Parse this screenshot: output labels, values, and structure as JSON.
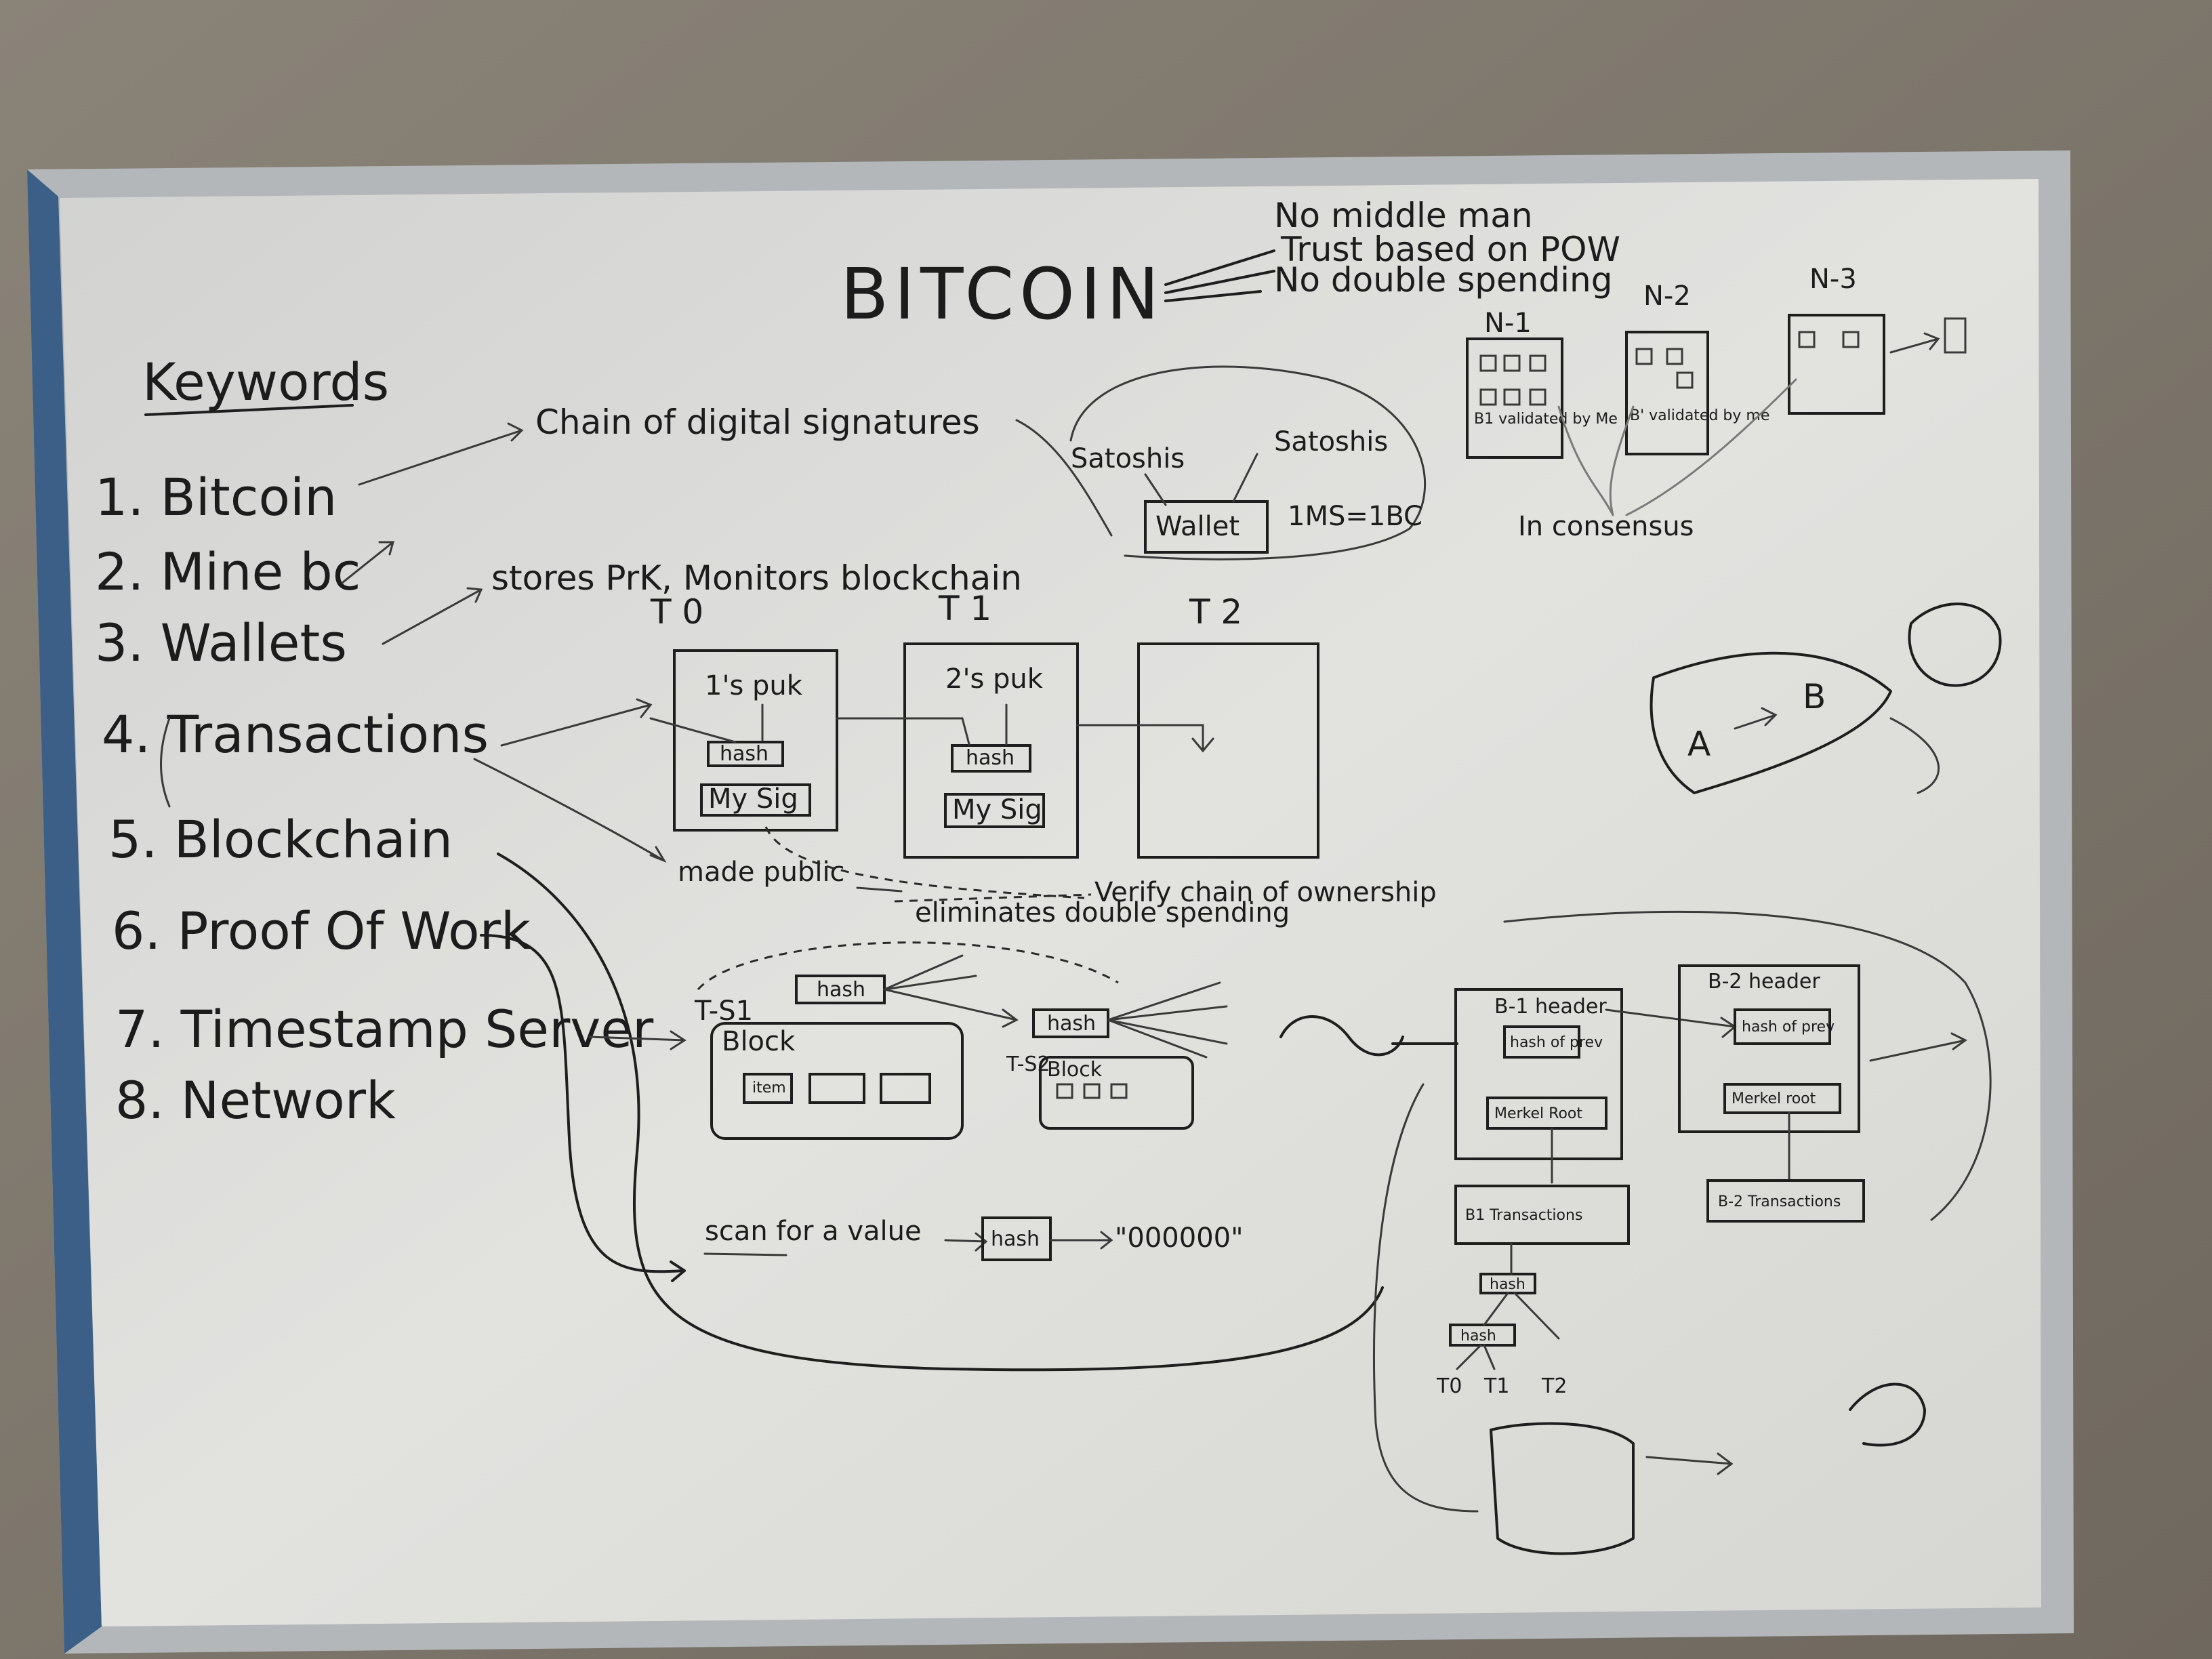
{
  "title": "BITCOIN",
  "principles": [
    "No middle man",
    "Trust based on POW",
    "No double spending"
  ],
  "keywords_heading": "Keywords",
  "keywords": [
    "1. Bitcoin",
    "2. Mine bc",
    "3. Wallets",
    "4. Transactions",
    "5. Blockchain",
    "6. Proof Of Work",
    "7. Timestamp Server",
    "8. Network"
  ],
  "notes": {
    "chain": "Chain of digital signatures",
    "stores": "stores PrK, Monitors blockchain",
    "made_public": "made public",
    "verify": "Verify chain of ownership",
    "eliminates": "eliminates double spending",
    "scan": "scan for a value",
    "zeros": "\"000000\"",
    "consensus": "In consensus"
  },
  "wallet": {
    "left": "Satoshis",
    "right": "Satoshis",
    "label": "Wallet",
    "rate": "1MS=1BC"
  },
  "transactions": [
    {
      "label": "T 0",
      "key": "1's puk",
      "hash": "hash",
      "sig": "My Sig"
    },
    {
      "label": "T 1",
      "key": "2's puk",
      "hash": "hash",
      "sig": "My Sig"
    },
    {
      "label": "T 2"
    }
  ],
  "timestamp": {
    "ts1": "T-S1",
    "ts2": "T-S2",
    "hash": "hash",
    "block": "Block",
    "item": "item"
  },
  "pow_hash": "hash",
  "nodes": [
    "N-1",
    "N-2",
    "N-3"
  ],
  "node_notes": [
    "B1 validated by Me",
    "B' validated by me"
  ],
  "transfer": {
    "from": "A",
    "to": "B"
  },
  "chain_blocks": {
    "b1_header": "B-1 header",
    "b1_prev": "hash of prev",
    "b1_merkle": "Merkel Root",
    "b1_tx": "B1 Transactions",
    "b2_header": "B-2 header",
    "b2_prev": "hash of prev",
    "b2_merkle": "Merkel root",
    "b2_tx": "B-2 Transactions",
    "leaves": [
      "T0",
      "T1",
      "T2"
    ],
    "hash_node": "hash"
  },
  "colors": {
    "whiteboard": "#dcdcd8",
    "frame": "#b9bdbf",
    "wall": "#7d756b",
    "marker": "#1e1e1e",
    "blue_edge": "#3b5f86"
  }
}
